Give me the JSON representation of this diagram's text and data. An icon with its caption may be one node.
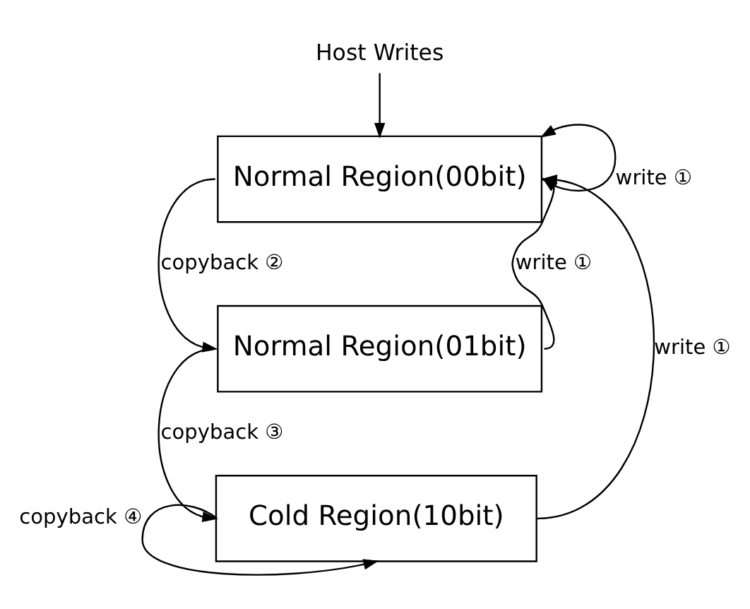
{
  "diagram": {
    "nodes": [
      {
        "text": [
          "Host Writes"
        ]
      },
      {
        "text": [
          "Normal Region(00bit)"
        ]
      },
      {
        "text": [
          "Normal Region(01bit)"
        ]
      },
      {
        "text": [
          "Cold Region(10bit)"
        ]
      }
    ],
    "edges": [
      {
        "from": 0,
        "to": 1,
        "arrow": "to"
      },
      {
        "from": 1,
        "to": 1,
        "arrow": "to",
        "label": "write ①"
      },
      {
        "from": 1,
        "to": 2,
        "arrow": "to",
        "label": "copyback ②"
      },
      {
        "from": 2,
        "to": 1,
        "arrow": "to",
        "label": "write ①"
      },
      {
        "from": 2,
        "to": 3,
        "arrow": "to",
        "label": "copyback ③"
      },
      {
        "from": 3,
        "to": 1,
        "arrow": "to",
        "label": "write ①"
      },
      {
        "from": 3,
        "to": 3,
        "arrow": "to",
        "label": "copyback ④"
      }
    ]
  }
}
